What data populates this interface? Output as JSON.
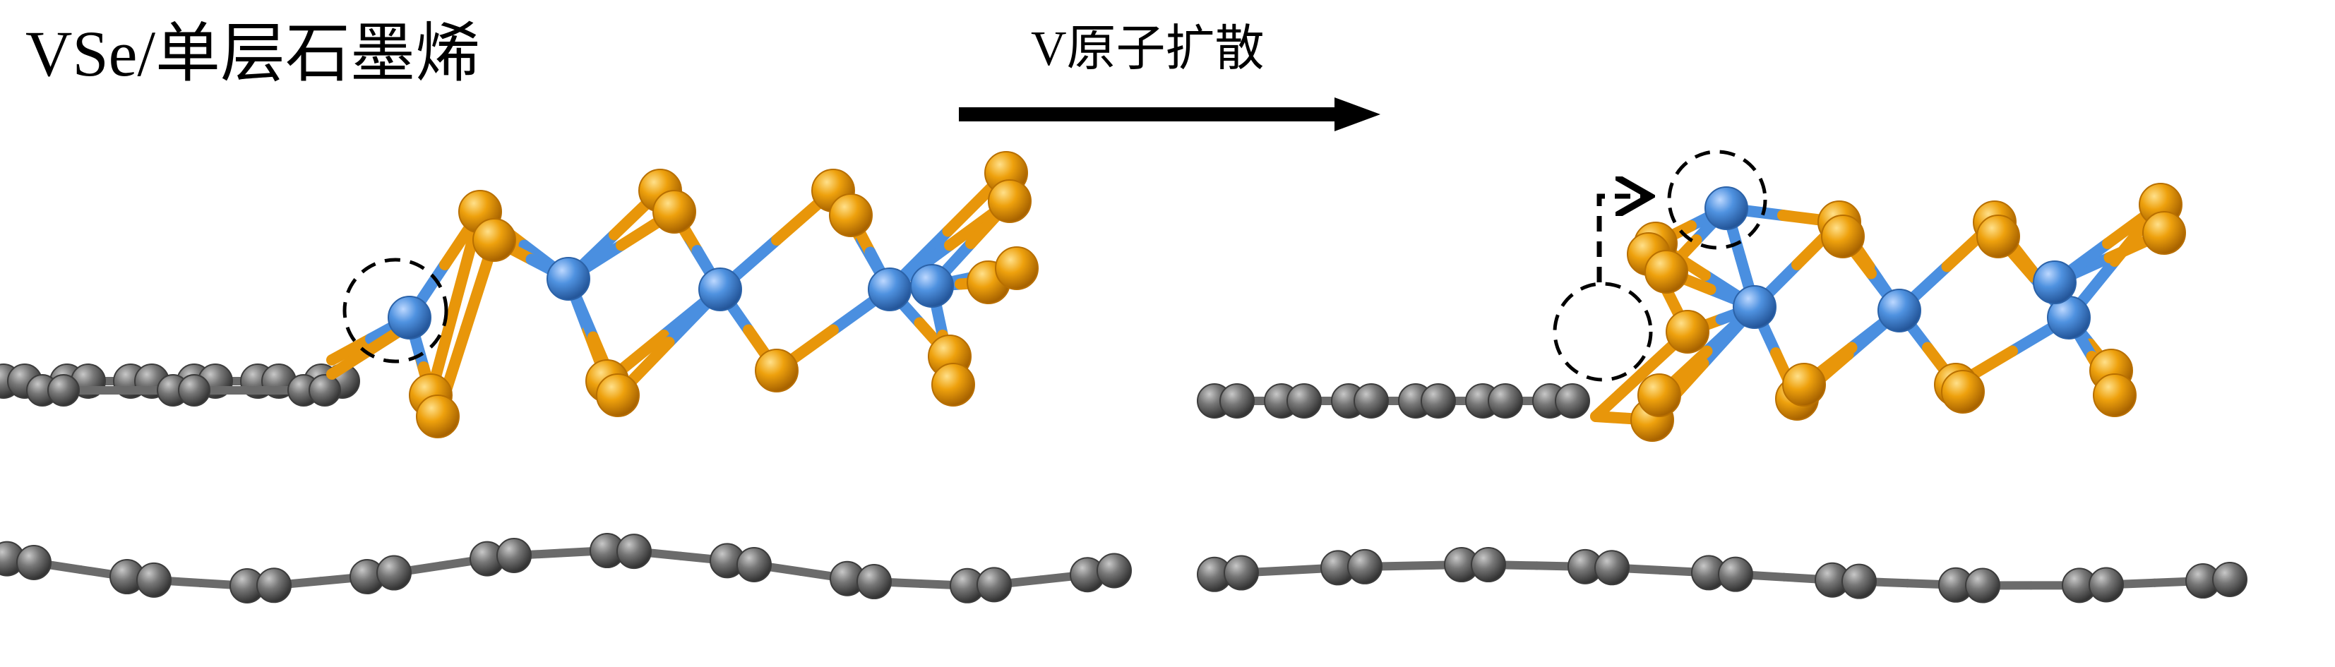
{
  "title": "VSe/单层石墨烯",
  "process_label": "V原子扩散",
  "colors": {
    "carbon": "#6b6b6b",
    "carbon_stroke": "#3c3c3c",
    "selenium": "#e8960a",
    "selenium_stroke": "#b86f00",
    "vanadium": "#4a8fe0",
    "vanadium_stroke": "#2b62a8",
    "arrow": "#000000",
    "marker": "#000000"
  },
  "panels": [
    {
      "name": "initial-structure",
      "atoms": [
        "C",
        "Se",
        "V"
      ],
      "marked_site": "V"
    },
    {
      "name": "diffused-structure",
      "atoms": [
        "C",
        "Se",
        "V"
      ],
      "marked_site": "V"
    }
  ]
}
